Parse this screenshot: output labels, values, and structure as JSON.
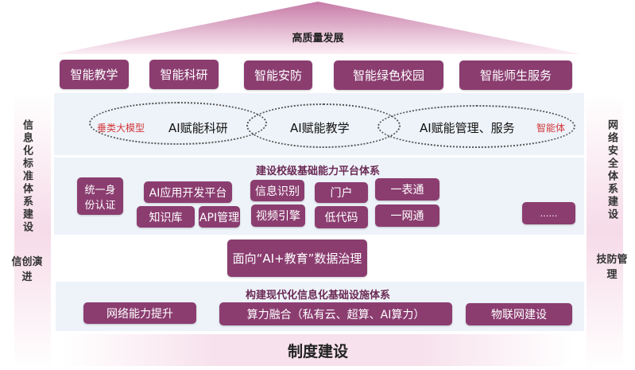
{
  "roof": {
    "title": "高质量发展"
  },
  "top_boxes": [
    "智能教学",
    "智能科研",
    "智能安防",
    "智能绿色校园",
    "智能师生服务"
  ],
  "ai_band": {
    "left_tag": "垂类大模型",
    "items": [
      "AI赋能科研",
      "AI赋能教学",
      "AI赋能管理、服务"
    ],
    "right_tag": "智能体"
  },
  "platform": {
    "title": "建设校级基础能力平台体系",
    "boxes": [
      "统一身份认证",
      "AI应用开发平台",
      "知识库",
      "API管理",
      "信息识别",
      "视频引擎",
      "门户",
      "低代码",
      "一表通",
      "一网通",
      "……"
    ]
  },
  "data_gov": "面向“AI+教育”数据治理",
  "infra": {
    "title": "构建现代化信息化基础设施体系",
    "boxes": [
      "网络能力提升",
      "算力融合（私有云、超算、AI算力）",
      "物联网建设"
    ]
  },
  "bottom": "制度建设",
  "left_side": [
    "信息化标准体系建设",
    "信创演进"
  ],
  "right_side": [
    "网络安全体系建设",
    "技防管理"
  ],
  "colors": {
    "box": "#8b3d70",
    "accent_red": "#d0373a"
  }
}
